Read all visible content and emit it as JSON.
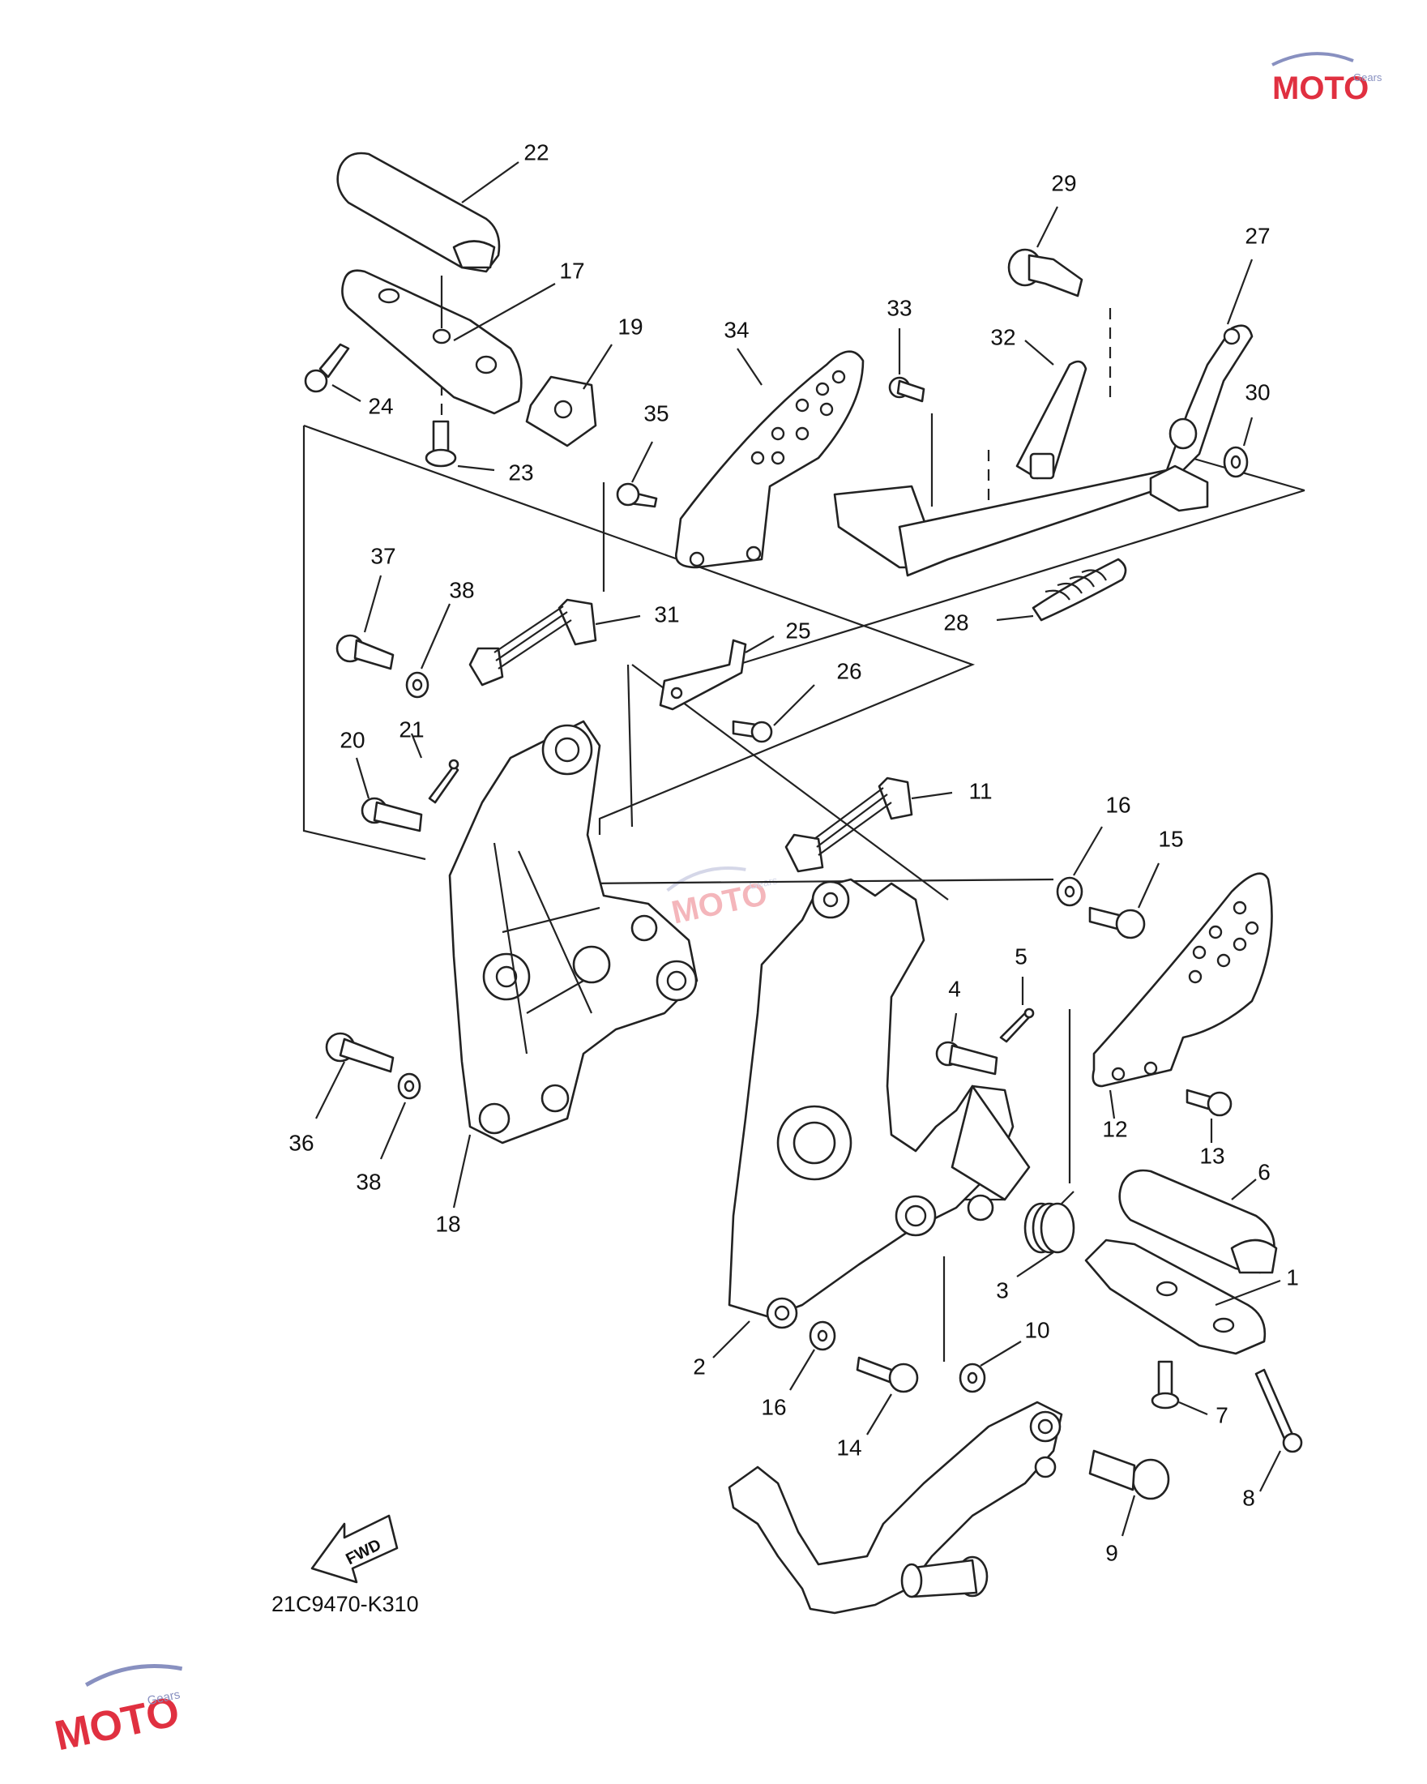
{
  "diagram": {
    "part_code": "21C9470-K310",
    "direction_label": "FWD",
    "part_numbers": [
      "1",
      "2",
      "3",
      "4",
      "5",
      "6",
      "7",
      "8",
      "9",
      "10",
      "11",
      "12",
      "13",
      "14",
      "15",
      "16",
      "16",
      "17",
      "18",
      "19",
      "20",
      "21",
      "22",
      "23",
      "24",
      "25",
      "26",
      "27",
      "28",
      "29",
      "30",
      "31",
      "32",
      "33",
      "34",
      "35",
      "36",
      "37",
      "38",
      "38"
    ]
  },
  "watermark": {
    "brand": "MOTO",
    "sub": "Gears",
    "color": "#e03040",
    "accent": "#8890c0"
  }
}
